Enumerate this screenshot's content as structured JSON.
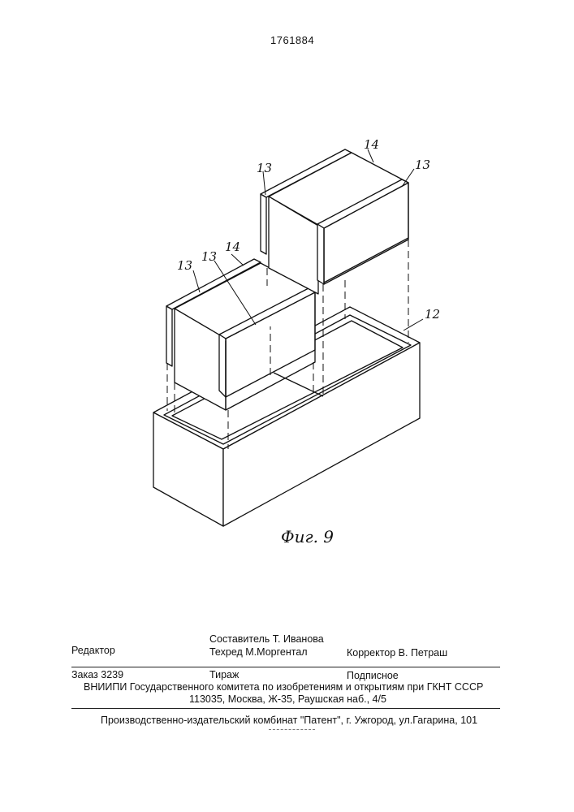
{
  "patent_number": "1761884",
  "figure": {
    "caption": "Фиг. 9",
    "labels": {
      "container": "12",
      "insert_a": "13",
      "insert_b": "13",
      "insert_c": "13",
      "insert_d": "13",
      "block_upper": "14",
      "block_lower": "14"
    }
  },
  "imprint": {
    "editor_label": "Редактор",
    "compiler": "Составитель  Т. Иванова",
    "techred": "Техред М.Моргентал",
    "corrector": "Корректор  В. Петраш",
    "order": "Заказ  3239",
    "circulation": "Тираж",
    "subscription": "Подписное",
    "institution": "ВНИИПИ Государственного комитета по изобретениям и открытиям при ГКНТ СССР",
    "address": "113035, Москва, Ж-35, Раушская наб., 4/5",
    "publisher": "Производственно-издательский комбинат \"Патент\", г. Ужгород, ул.Гагарина, 101"
  }
}
